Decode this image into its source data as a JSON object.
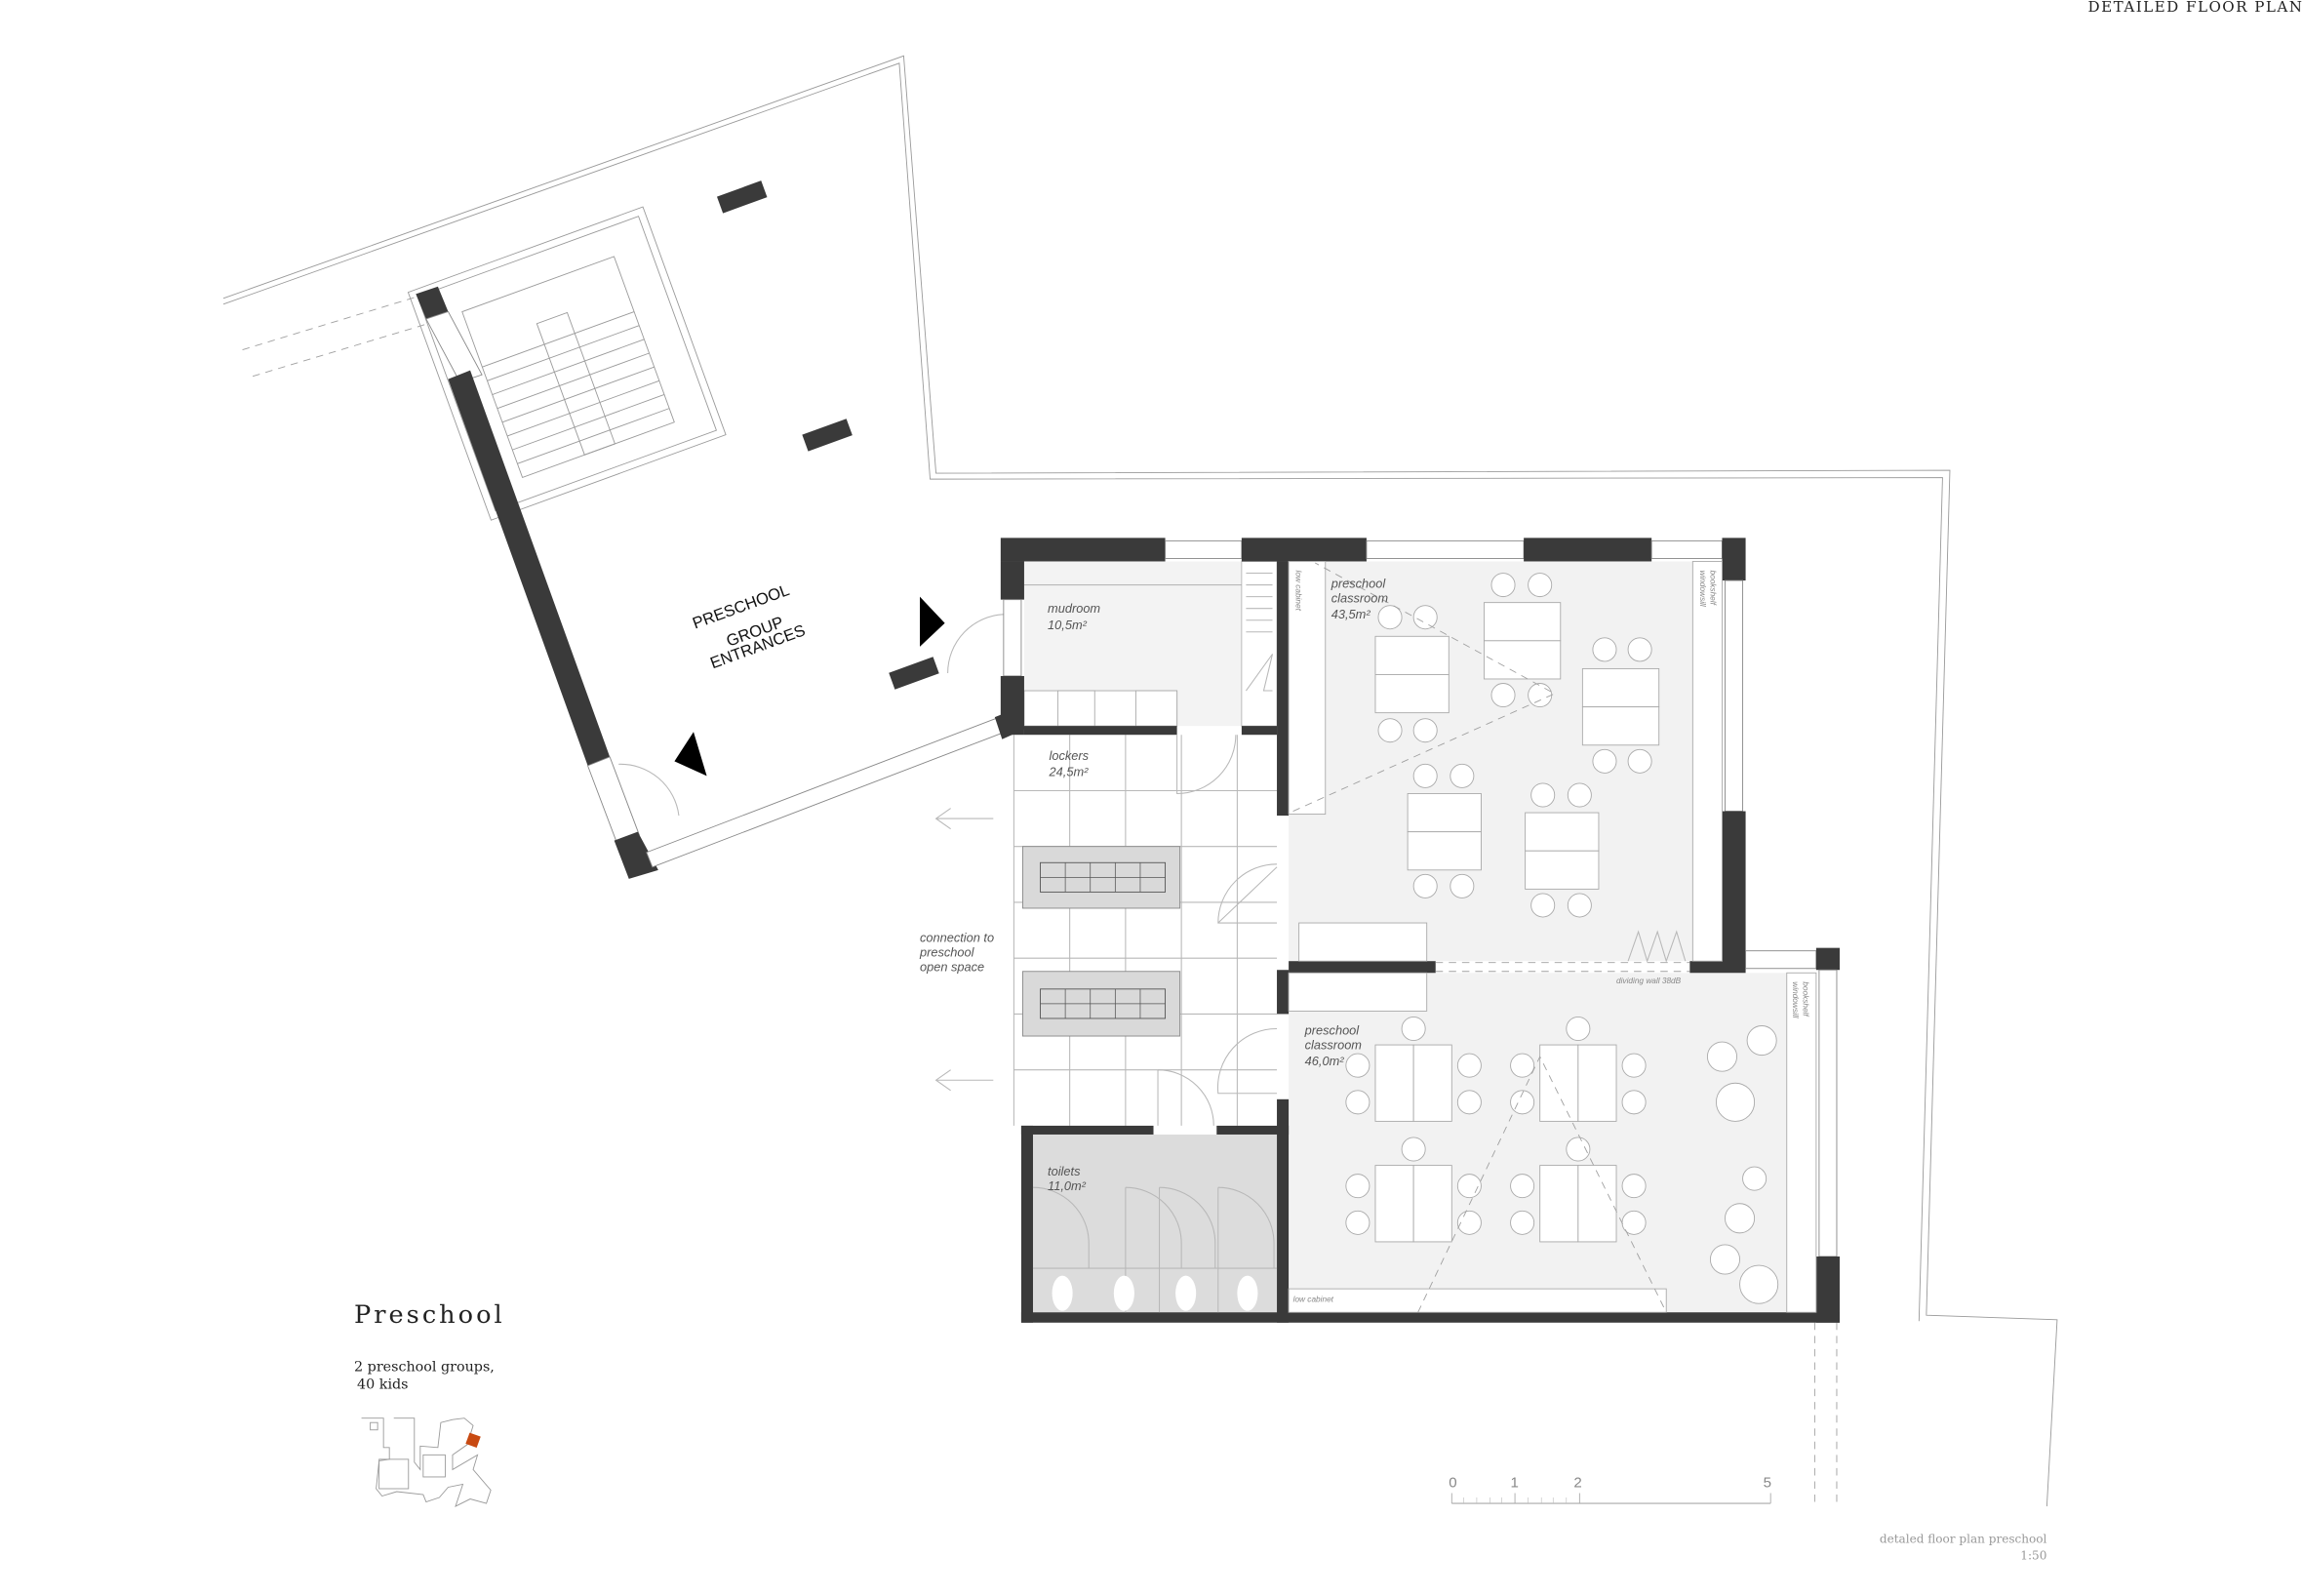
{
  "header": {
    "title": "DETAILED FLOOR PLAN PRESCHOOL"
  },
  "entrance": {
    "label_lines": [
      "PRESCHOOL",
      "GROUP",
      "ENTRANCES"
    ]
  },
  "rooms": {
    "mudroom": {
      "name": "mudroom",
      "area": "10,5m²"
    },
    "lockers": {
      "name": "lockers",
      "area": "24,5m²"
    },
    "classroom_1": {
      "name_lines": [
        "preschool",
        "classroom"
      ],
      "area": "43,5m²"
    },
    "classroom_2": {
      "name_lines": [
        "preschool",
        "classroom"
      ],
      "area": "46,0m²"
    },
    "toilets": {
      "name": "toilets",
      "area": "11,0m²"
    }
  },
  "annotations": {
    "connection_lines": [
      "connection to",
      "preschool",
      "open space"
    ],
    "low_cabinet": "low cabinet",
    "windowsill_lines": [
      "windowsill",
      "bookshelf"
    ],
    "dividing_wall": "dividing wall 38dB"
  },
  "legend": {
    "title": "Preschool",
    "desc_lines": [
      "2 preschool groups,",
      "40 kids"
    ],
    "highlight_color": "#c84a12"
  },
  "scale_bar": {
    "labels": [
      "0",
      "1",
      "2",
      "5"
    ],
    "unit": "m"
  },
  "caption": {
    "line1": "detaled  floor plan preschool",
    "scale": "1:50"
  },
  "colors": {
    "wall": "#3a3a3a",
    "classroom_floor": "#f2f2f2",
    "toilet_floor": "#dcdcdc",
    "bench": "#d9d9d9"
  }
}
